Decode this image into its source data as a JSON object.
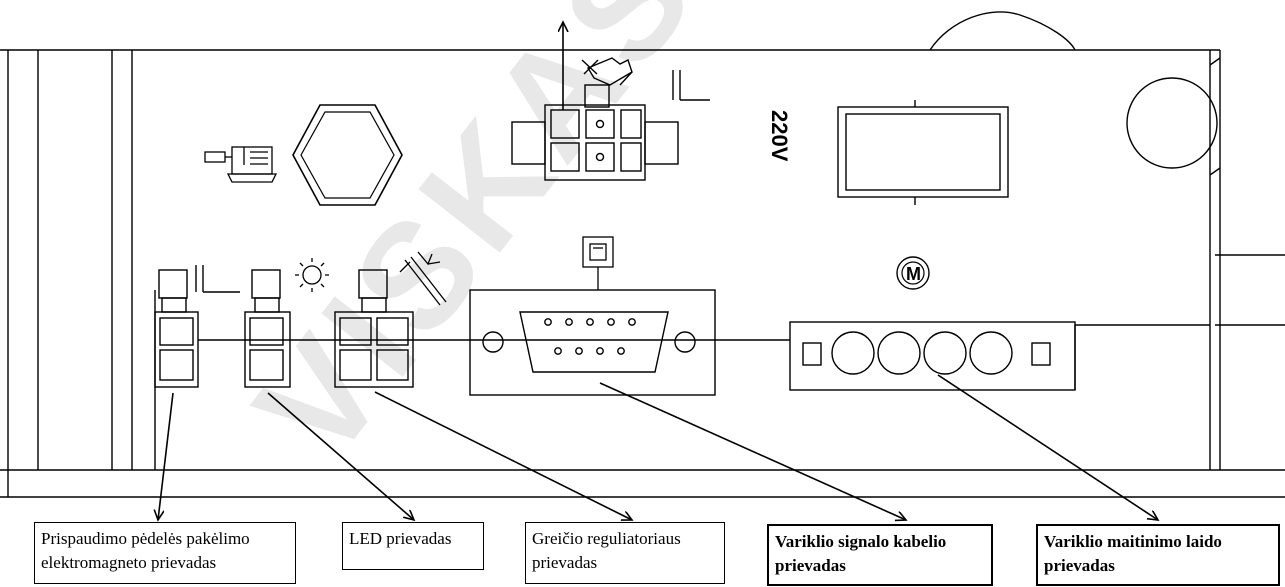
{
  "watermark": "VISKAS SIU",
  "board_markings": {
    "voltage": "220V",
    "motor_symbol": "M"
  },
  "labels": [
    {
      "id": "presser-foot",
      "lines": [
        "Prispaudimo pėdelės pakėlimo",
        "elektromagneto prievadas"
      ],
      "bold": false
    },
    {
      "id": "led",
      "lines": [
        "LED prievadas"
      ],
      "bold": false
    },
    {
      "id": "speed-regulator",
      "lines": [
        "Greičio reguliatoriaus",
        "prievadas"
      ],
      "bold": false
    },
    {
      "id": "motor-signal",
      "lines": [
        "Variklio signalo kabelio",
        "prievadas"
      ],
      "bold": true
    },
    {
      "id": "motor-power",
      "lines": [
        "Variklio maitinimo laido",
        "prievadas"
      ],
      "bold": true
    }
  ]
}
